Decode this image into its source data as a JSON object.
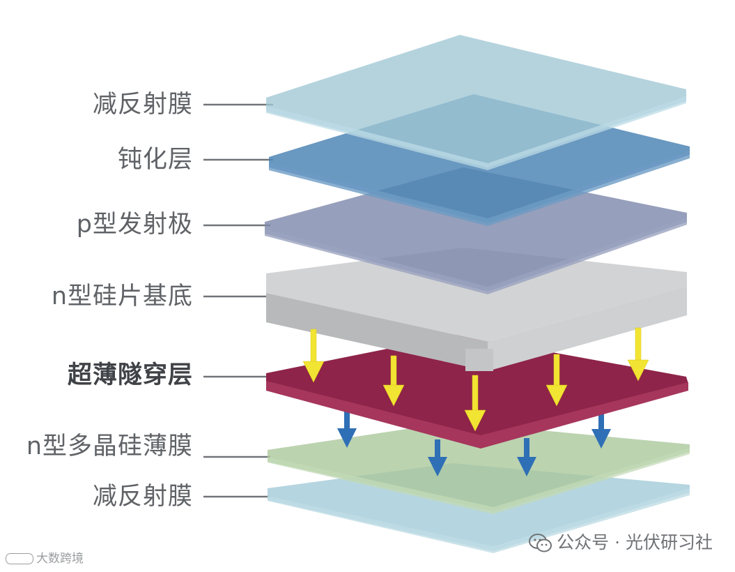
{
  "layers": [
    {
      "label": "减反射膜",
      "emphasized": false,
      "color": "#9fc6d4"
    },
    {
      "label": "钝化层",
      "emphasized": false,
      "color": "#4f86b5"
    },
    {
      "label": "p型发射极",
      "emphasized": false,
      "color": "#7f8aac"
    },
    {
      "label": "n型硅片基底",
      "emphasized": false,
      "color": "#c9cacb"
    },
    {
      "label": "超薄隧穿层",
      "emphasized": true,
      "color": "#8e2449"
    },
    {
      "label": "n型多晶硅薄膜",
      "emphasized": false,
      "color": "#a9c79a"
    },
    {
      "label": "减反射膜",
      "emphasized": false,
      "color": "#a8cedb"
    }
  ],
  "carrier_arrows": {
    "holes_color": "#f2e433",
    "electrons_color": "#2f6fb5"
  },
  "watermarks": {
    "bottom_right": "公众号 · 光伏研习社",
    "bottom_left": "大数跨境"
  },
  "icons": {
    "bottom_right": "wechat-icon",
    "bottom_left": "brand-logo-icon"
  }
}
